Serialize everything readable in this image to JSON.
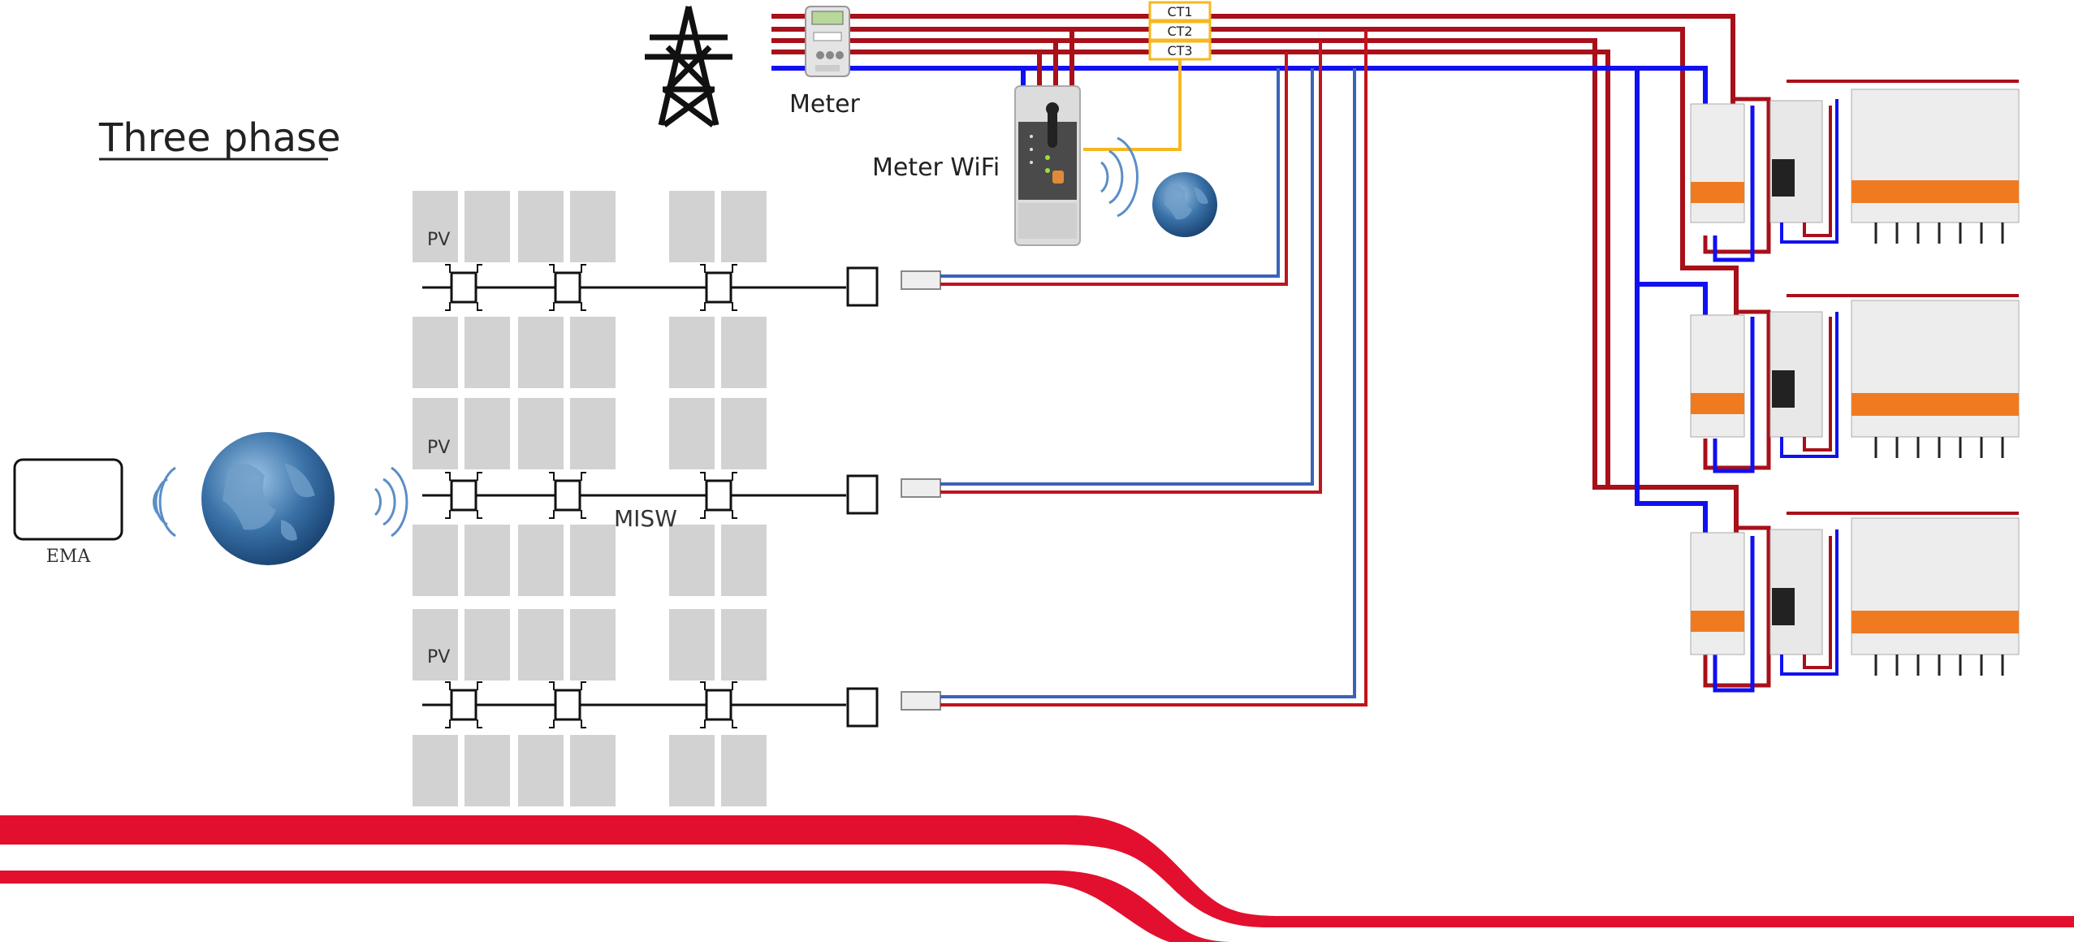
{
  "title": "Three phase",
  "labels": {
    "meter": "Meter",
    "meter_wifi": "Meter WiFi",
    "ema": "EMA",
    "misw": "MISW"
  },
  "ct_labels": [
    "CT1",
    "CT2",
    "CT3"
  ],
  "pv_label": "PV",
  "colors": {
    "phase": "#a8101a",
    "neutral": "#1010f0",
    "ct_wire": "#f5b820",
    "brand_red": "#e2102e",
    "panel_gray": "#d2d2d2",
    "breaker_orange": "#f07a20"
  },
  "icons": [
    "power-tower-icon",
    "globe-icon",
    "wifi-waves-icon",
    "energy-meter-icon",
    "meter-wifi-device-icon",
    "breaker-icon",
    "dc-connector-icon",
    "microinverter-icon",
    "junction-box-icon"
  ]
}
